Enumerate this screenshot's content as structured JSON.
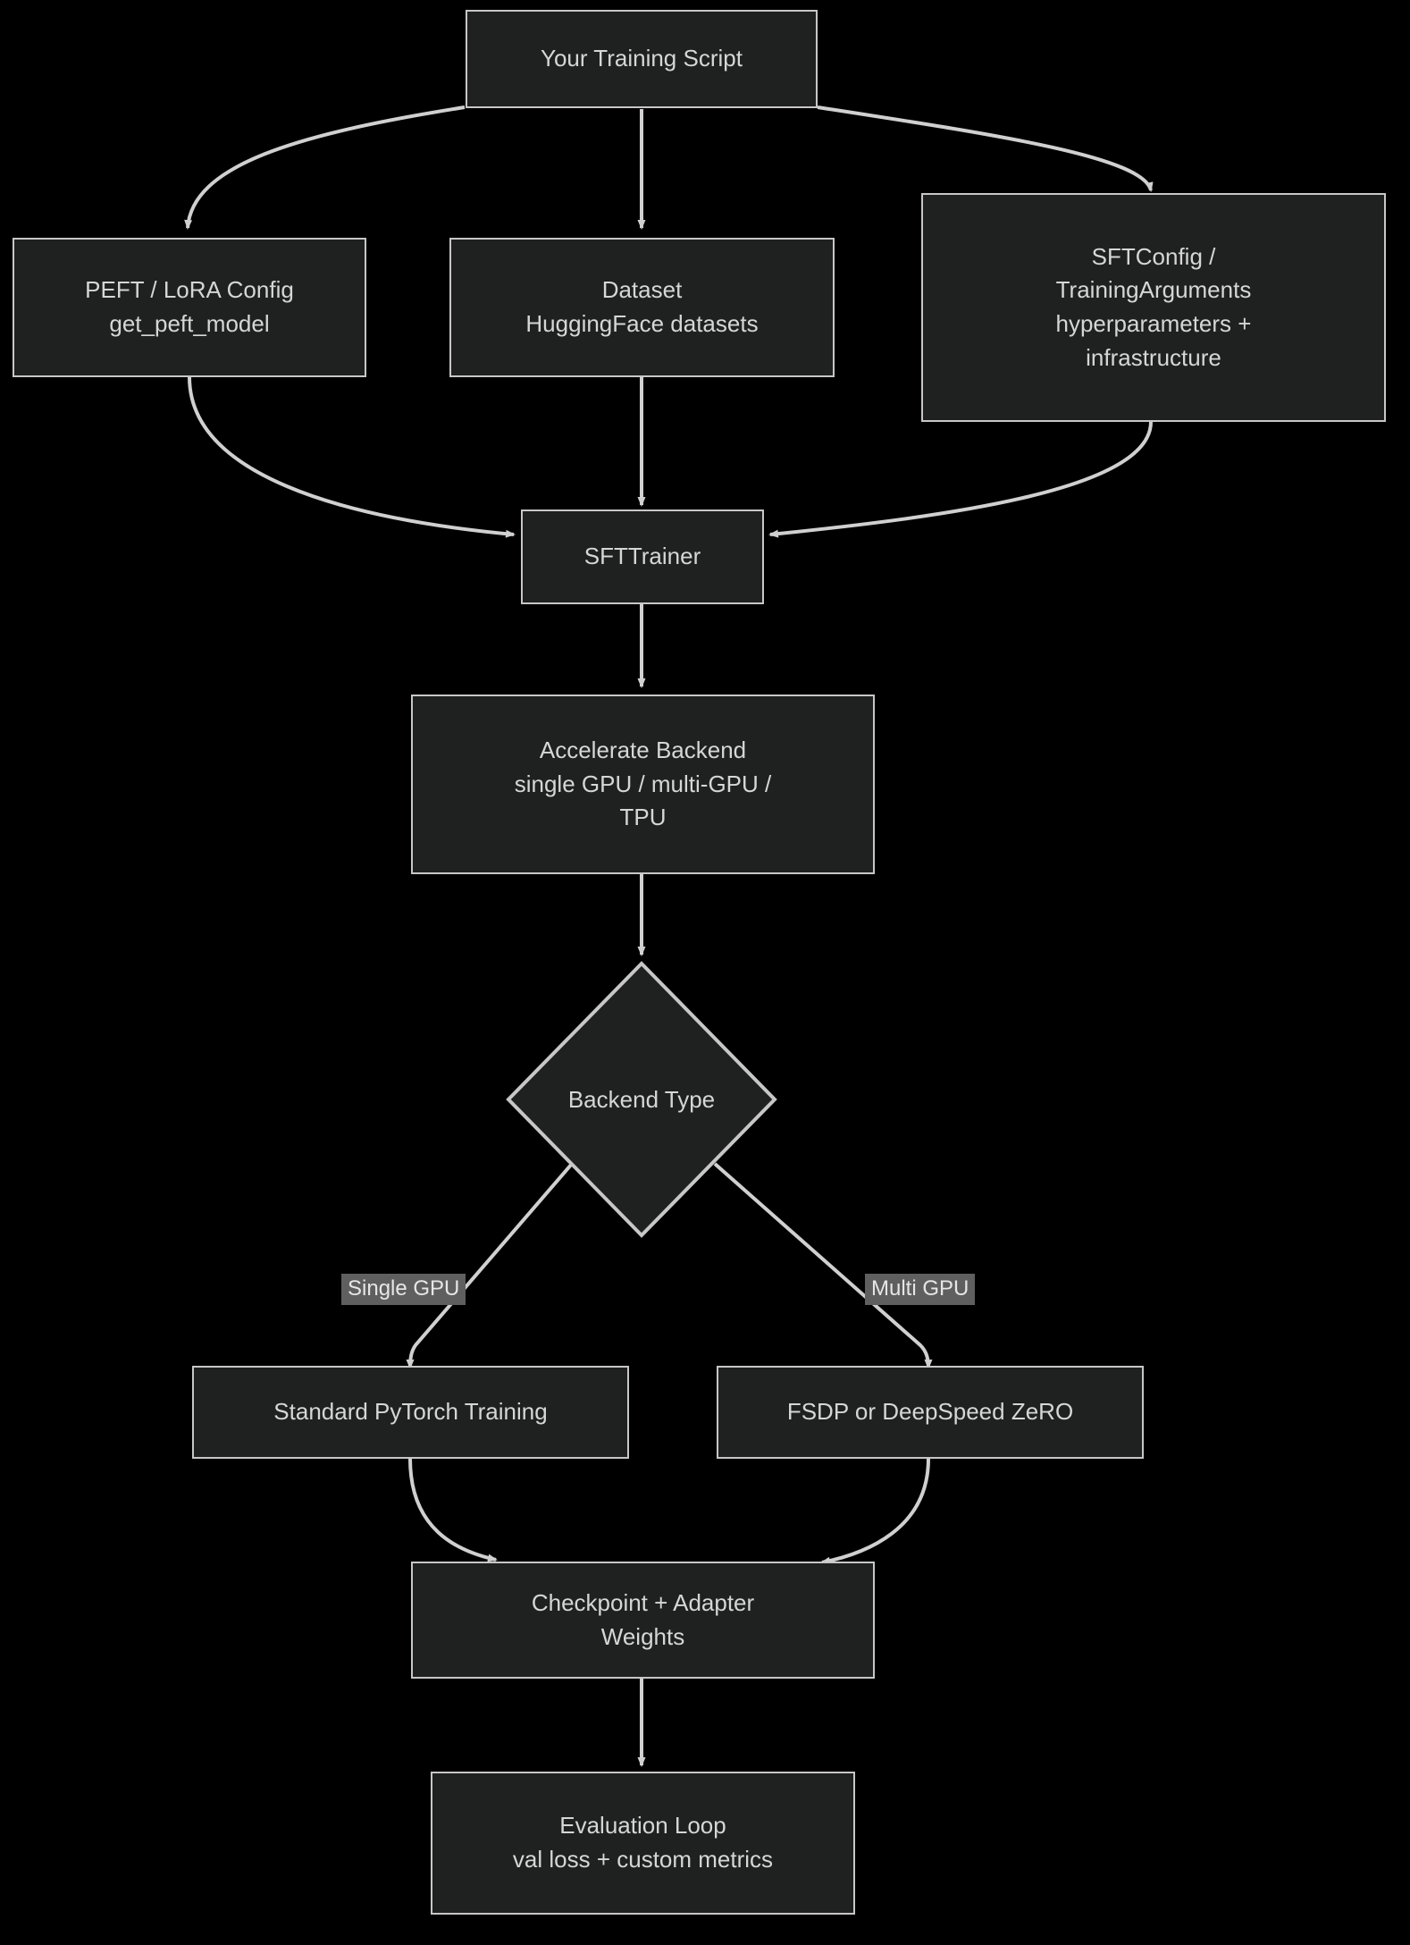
{
  "diagram": {
    "title": "TRL SFT Training Pipeline Flowchart",
    "type": "flowchart",
    "direction": "top-down",
    "colors": {
      "background": "#000000",
      "node_fill": "#1f2020",
      "node_stroke": "#c7c7c7",
      "node_text": "#d6d6d6",
      "edge_stroke": "#d0d0d0",
      "edge_label_fill": "#5f5f5f",
      "edge_label_text": "#e6e6e6"
    },
    "nodes": [
      {
        "id": "training-script",
        "shape": "rect",
        "lines": [
          "Your Training Script"
        ]
      },
      {
        "id": "peft-lora-config",
        "shape": "rect",
        "lines": [
          "PEFT / LoRA Config",
          "get_peft_model"
        ]
      },
      {
        "id": "dataset",
        "shape": "rect",
        "lines": [
          "Dataset",
          "HuggingFace datasets"
        ]
      },
      {
        "id": "sft-config",
        "shape": "rect",
        "lines": [
          "SFTConfig /",
          "TrainingArguments",
          "hyperparameters +",
          "infrastructure"
        ]
      },
      {
        "id": "sft-trainer",
        "shape": "rect",
        "lines": [
          "SFTTrainer"
        ]
      },
      {
        "id": "accelerate-backend",
        "shape": "rect",
        "lines": [
          "Accelerate Backend",
          "single GPU / multi-GPU /",
          "TPU"
        ]
      },
      {
        "id": "backend-type",
        "shape": "diamond",
        "lines": [
          "Backend Type"
        ]
      },
      {
        "id": "standard-pytorch-training",
        "shape": "rect",
        "lines": [
          "Standard PyTorch Training"
        ]
      },
      {
        "id": "fsdp-deepspeed",
        "shape": "rect",
        "lines": [
          "FSDP or DeepSpeed ZeRO"
        ]
      },
      {
        "id": "checkpoint-adapter",
        "shape": "rect",
        "lines": [
          "Checkpoint + Adapter",
          "Weights"
        ]
      },
      {
        "id": "evaluation-loop",
        "shape": "rect",
        "lines": [
          "Evaluation Loop",
          "val loss + custom metrics"
        ]
      }
    ],
    "edge_labels": [
      {
        "id": "single-gpu",
        "text": "Single GPU"
      },
      {
        "id": "multi-gpu",
        "text": "Multi GPU"
      }
    ]
  }
}
